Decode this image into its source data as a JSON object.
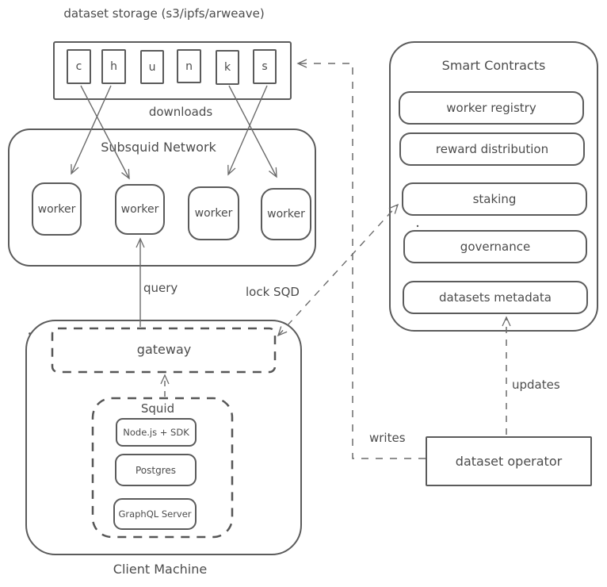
{
  "diagram": {
    "colors": {
      "stroke": "#5b5b5b",
      "arrow": "#6b6b6b",
      "text": "#4c4c4c",
      "background": "#ffffff"
    },
    "storage": {
      "title": "dataset storage (s3/ipfs/arweave)",
      "chunks": [
        "c",
        "h",
        "u",
        "n",
        "k",
        "s"
      ]
    },
    "network": {
      "label": "Subsquid Network",
      "workers": [
        "worker",
        "worker",
        "worker",
        "worker"
      ]
    },
    "smart_contracts": {
      "label": "Smart Contracts",
      "contracts": [
        "worker registry",
        "reward distribution",
        "staking",
        "governance",
        "datasets metadata"
      ]
    },
    "client": {
      "label": "Client Machine",
      "gateway": "gateway",
      "squid": {
        "label": "Squid",
        "components": [
          "Node.js + SDK",
          "Postgres",
          "GraphQL Server"
        ]
      }
    },
    "operator": "dataset operator",
    "edges": {
      "downloads": "downloads",
      "query": "query",
      "lock_sqd": "lock SQD",
      "writes": "writes",
      "updates": "updates"
    }
  }
}
